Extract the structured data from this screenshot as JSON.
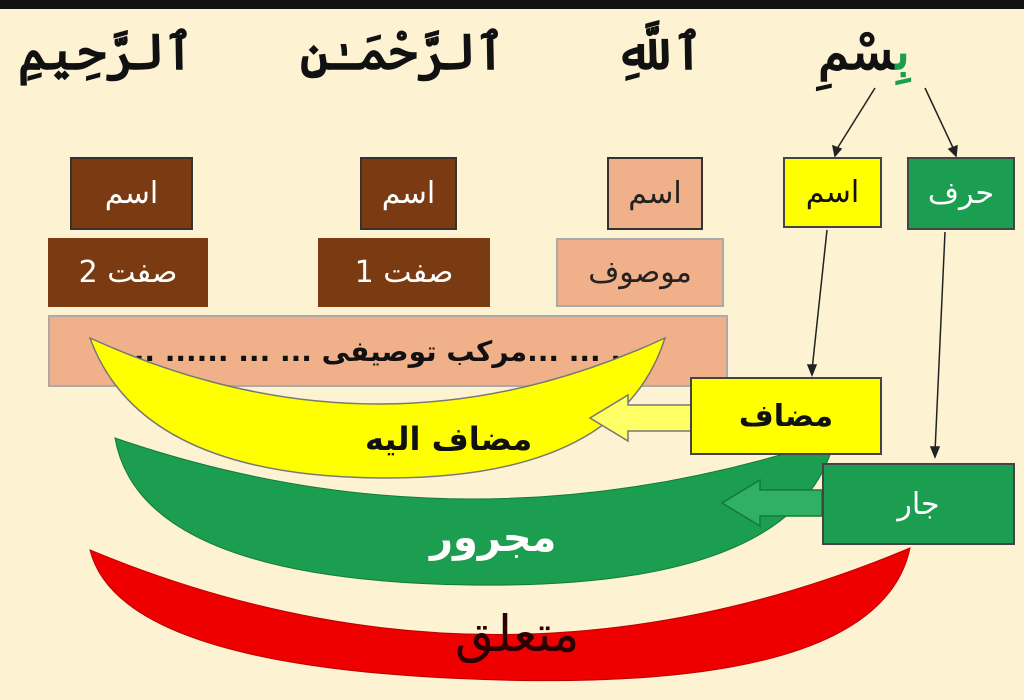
{
  "verse": {
    "bism_prefix": "بِ",
    "bism_rest": "سْمِ",
    "allah": "ٱللَّهِ",
    "rahman": "ٱلرَّحْمَـٰنِ",
    "rahim": "ٱلرَّحِيمِ"
  },
  "boxes": {
    "ism_rahim": "اسم",
    "ism_rahman": "اسم",
    "ism_allah": "اسم",
    "ism_bism": "اسم",
    "harf": "حرف",
    "sifat2": "صفت 2",
    "sifat1": "صفت 1",
    "mawsuf": "موصوف",
    "murakkab": "... ... ...مرکب توصیفی ... ... ...... ..",
    "mudaf": "مضاف",
    "jar": "جار"
  },
  "arcs": {
    "mudaf_ilayh": "مضاف الیه",
    "majrur": "مجرور",
    "mutaalliq": "متعلق"
  },
  "colors": {
    "background": "#fdf2d2",
    "brown": "#7a3a12",
    "salmon": "#f0b08a",
    "yellow": "#ffff00",
    "green": "#1b9e4f",
    "red": "#ee0000"
  }
}
